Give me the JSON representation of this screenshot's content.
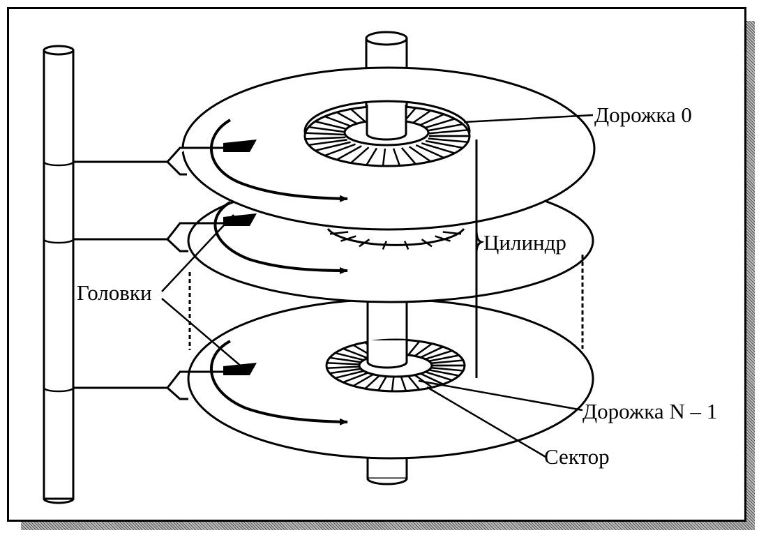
{
  "labels": {
    "track0": "Дорожка 0",
    "cylinder": "Цилиндр",
    "heads": "Головки",
    "trackN": "Дорожка N – 1",
    "sector": "Сектор"
  },
  "colors": {
    "ink": "#000000",
    "paper": "#ffffff"
  }
}
